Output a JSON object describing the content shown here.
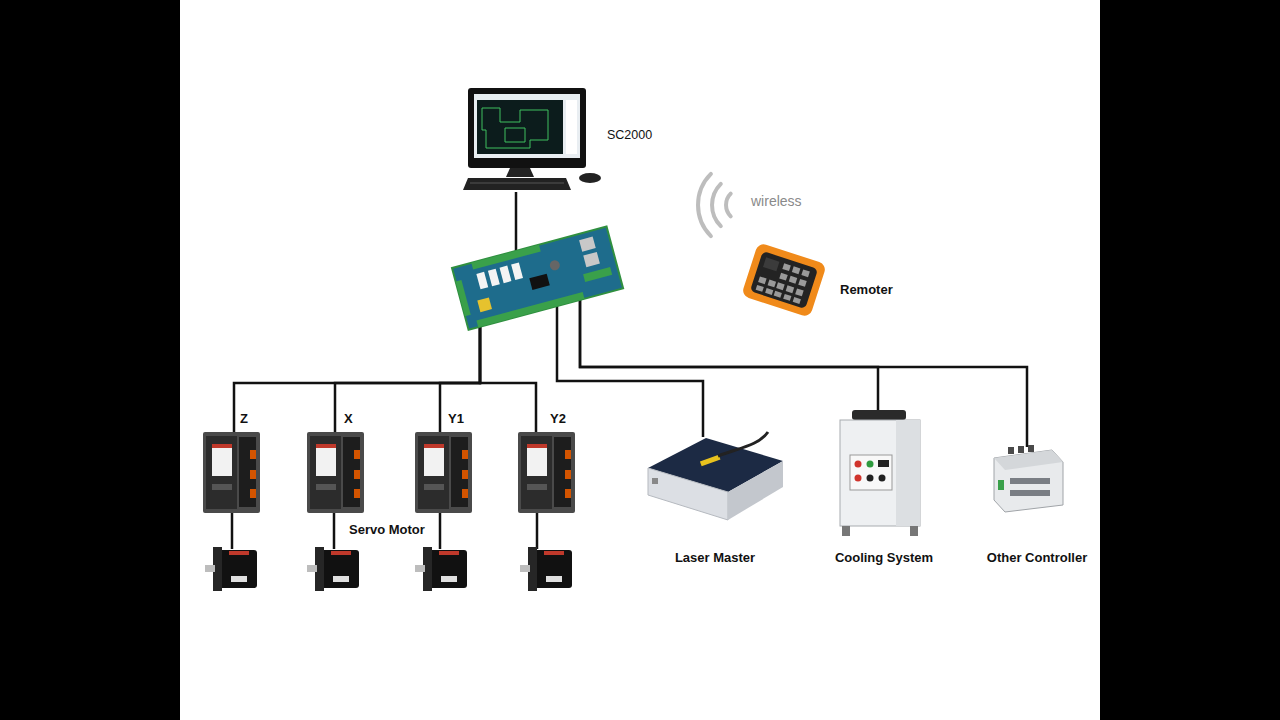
{
  "diagram": {
    "nodes": [
      {
        "text": [
          "SC2000"
        ]
      },
      {
        "text": []
      },
      {
        "text": [
          "Remoter"
        ]
      },
      {
        "text": [
          "Z"
        ]
      },
      {
        "text": [
          "X"
        ]
      },
      {
        "text": [
          "Y1"
        ]
      },
      {
        "text": [
          "Y2"
        ]
      },
      {
        "text": [
          "Laser Master"
        ]
      },
      {
        "text": [
          "Cooling System"
        ]
      },
      {
        "text": [
          "Other Controller"
        ]
      }
    ],
    "edges": [
      {
        "from": 0,
        "to": 1,
        "arrow": "none"
      },
      {
        "from": 1,
        "to": 3,
        "arrow": "none"
      },
      {
        "from": 1,
        "to": 4,
        "arrow": "none"
      },
      {
        "from": 1,
        "to": 5,
        "arrow": "none"
      },
      {
        "from": 1,
        "to": 6,
        "arrow": "none"
      },
      {
        "from": 1,
        "to": 7,
        "arrow": "none"
      },
      {
        "from": 1,
        "to": 8,
        "arrow": "none"
      },
      {
        "from": 1,
        "to": 9,
        "arrow": "none"
      }
    ],
    "labels": [
      "wireless",
      "Servo Motor"
    ]
  }
}
